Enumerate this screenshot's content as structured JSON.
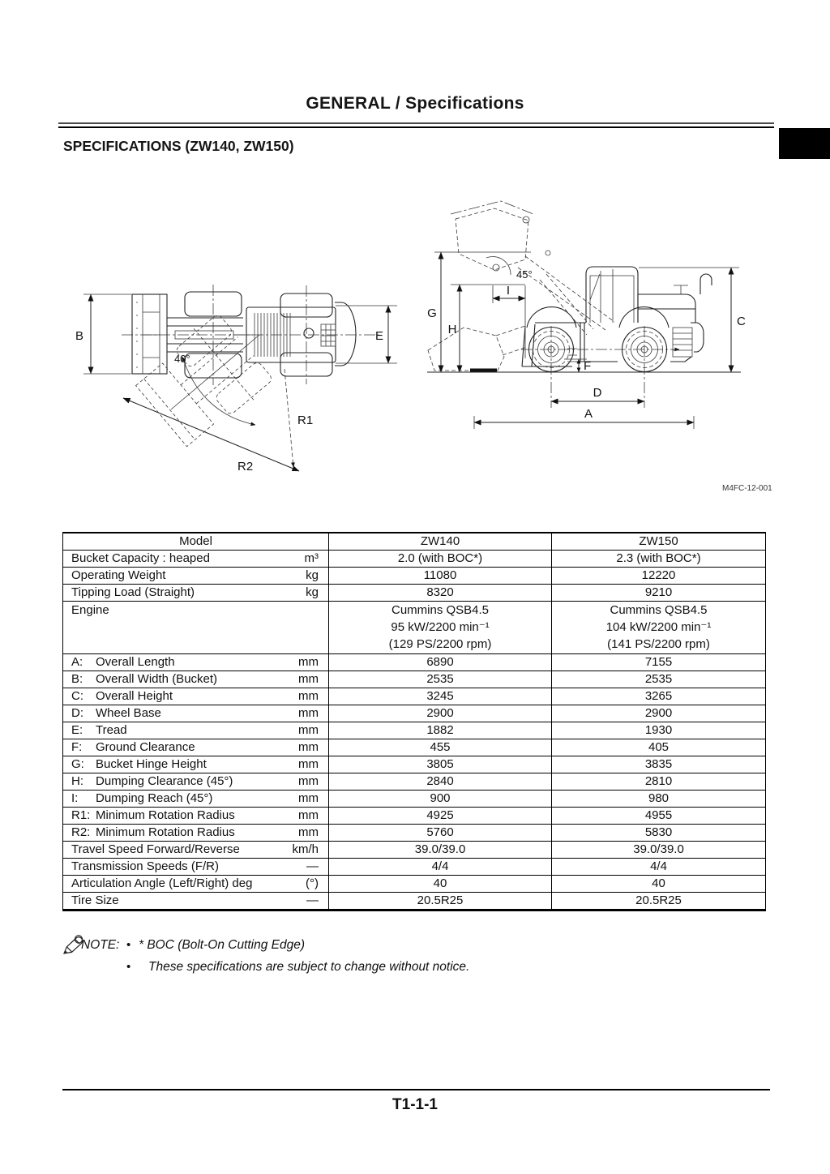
{
  "page": {
    "header_title": "GENERAL / Specifications",
    "section_title": "SPECIFICATIONS (ZW140,  ZW150)",
    "footer_page": "T1-1-1"
  },
  "figure": {
    "code": "M4FC-12-001",
    "top_view": {
      "b": "B",
      "e": "E",
      "angle": "40°",
      "r1": "R1",
      "r2": "R2"
    },
    "side_view": {
      "g": "G",
      "h": "H",
      "i": "I",
      "c": "C",
      "f": "F",
      "d": "D",
      "a": "A",
      "angle": "45°"
    }
  },
  "table": {
    "header": {
      "model": "Model",
      "zw140": "ZW140",
      "zw150": "ZW150"
    },
    "rows": [
      {
        "prefix": "",
        "name": "Bucket Capacity : heaped",
        "unit": "m³",
        "zw140": "2.0 (with BOC*)",
        "zw150": "2.3 (with BOC*)"
      },
      {
        "prefix": "",
        "name": "Operating Weight",
        "unit": "kg",
        "zw140": "11080",
        "zw150": "12220"
      },
      {
        "prefix": "",
        "name": "Tipping Load (Straight)",
        "unit": "kg",
        "zw140": "8320",
        "zw150": "9210"
      },
      {
        "prefix": "",
        "name": "Engine",
        "unit": "",
        "multiline": true,
        "zw140": "Cummins QSB4.5\n95 kW/2200 min⁻¹\n(129 PS/2200 rpm)",
        "zw150": "Cummins QSB4.5\n104 kW/2200 min⁻¹\n(141 PS/2200 rpm)"
      },
      {
        "prefix": "A:",
        "name": "Overall Length",
        "unit": "mm",
        "zw140": "6890",
        "zw150": "7155"
      },
      {
        "prefix": "B:",
        "name": "Overall Width (Bucket)",
        "unit": "mm",
        "zw140": "2535",
        "zw150": "2535"
      },
      {
        "prefix": "C:",
        "name": "Overall Height",
        "unit": "mm",
        "zw140": "3245",
        "zw150": "3265"
      },
      {
        "prefix": "D:",
        "name": "Wheel Base",
        "unit": "mm",
        "zw140": "2900",
        "zw150": "2900"
      },
      {
        "prefix": "E:",
        "name": "Tread",
        "unit": "mm",
        "zw140": "1882",
        "zw150": "1930"
      },
      {
        "prefix": "F:",
        "name": "Ground Clearance",
        "unit": "mm",
        "zw140": "455",
        "zw150": "405"
      },
      {
        "prefix": "G:",
        "name": "Bucket Hinge Height",
        "unit": "mm",
        "zw140": "3805",
        "zw150": "3835"
      },
      {
        "prefix": "H:",
        "name": "Dumping Clearance (45°)",
        "unit": "mm",
        "zw140": "2840",
        "zw150": "2810"
      },
      {
        "prefix": "I:",
        "name": "Dumping Reach (45°)",
        "unit": "mm",
        "zw140": "900",
        "zw150": "980"
      },
      {
        "prefix": "R1:",
        "name": "Minimum Rotation Radius",
        "unit": "mm",
        "zw140": "4925",
        "zw150": "4955"
      },
      {
        "prefix": "R2:",
        "name": "Minimum Rotation Radius",
        "unit": "mm",
        "zw140": "5760",
        "zw150": "5830"
      },
      {
        "prefix": "",
        "name": "Travel Speed Forward/Reverse",
        "unit": "km/h",
        "zw140": "39.0/39.0",
        "zw150": "39.0/39.0"
      },
      {
        "prefix": "",
        "name": "Transmission Speeds (F/R)",
        "unit": "—",
        "zw140": "4/4",
        "zw150": "4/4"
      },
      {
        "prefix": "",
        "name": "Articulation Angle (Left/Right) deg",
        "unit": "(°)",
        "zw140": "40",
        "zw150": "40"
      },
      {
        "prefix": "",
        "name": "Tire Size",
        "unit": "—",
        "zw140": "20.5R25",
        "zw150": "20.5R25"
      }
    ]
  },
  "note": {
    "label": "NOTE:",
    "bullet": "•",
    "items": [
      "* BOC (Bolt-On Cutting Edge)",
      "These specifications are subject to change without notice."
    ]
  }
}
